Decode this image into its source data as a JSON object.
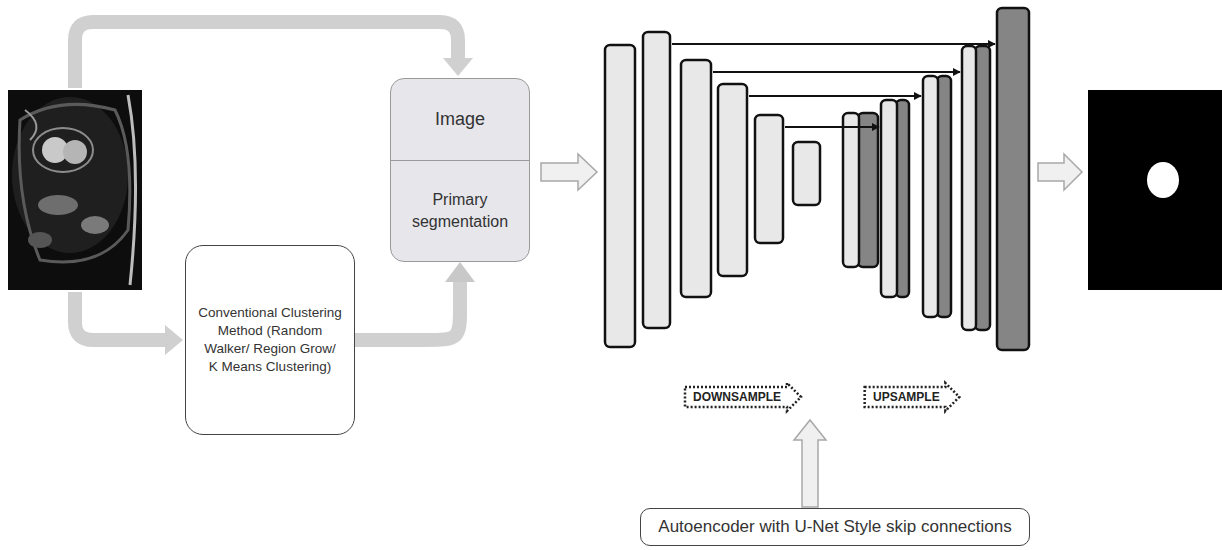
{
  "diagram": {
    "nodes": [
      {
        "text": [
          "Conventional Clustering Method (Random Walker/ Region Grow/ K Means Clustering)"
        ]
      },
      {
        "text": [
          "Image",
          "Primary segmentation"
        ]
      },
      {
        "text": [
          "Autoencoder with U-Net Style skip connections"
        ]
      }
    ],
    "edges": [
      {
        "from": 0,
        "to": 1,
        "arrow": "to"
      }
    ],
    "labels": [
      "DOWNSAMPLE",
      "UPSAMPLE"
    ]
  }
}
